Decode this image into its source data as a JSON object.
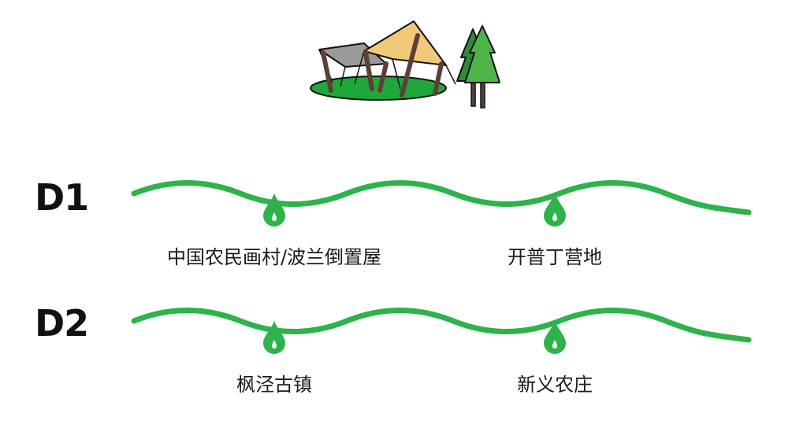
{
  "itinerary": {
    "days": [
      {
        "label": "D1",
        "stops": [
          "中国农民画村/波兰倒置屋",
          "开普丁营地"
        ]
      },
      {
        "label": "D2",
        "stops": [
          "枫泾古镇",
          "新义农庄"
        ]
      }
    ]
  },
  "colors": {
    "route_green": "#2DB34A",
    "canopy_tan": "#F2C879",
    "canopy_gray": "#9A9A98",
    "grass_green": "#1FA83A",
    "tree_dark": "#2E8B3A",
    "tree_light": "#4DB548",
    "trunk_brown": "#5C4036"
  },
  "icons": {
    "hero": "camping-canopy-icon",
    "stop_marker": "water-drop-pin-icon"
  }
}
